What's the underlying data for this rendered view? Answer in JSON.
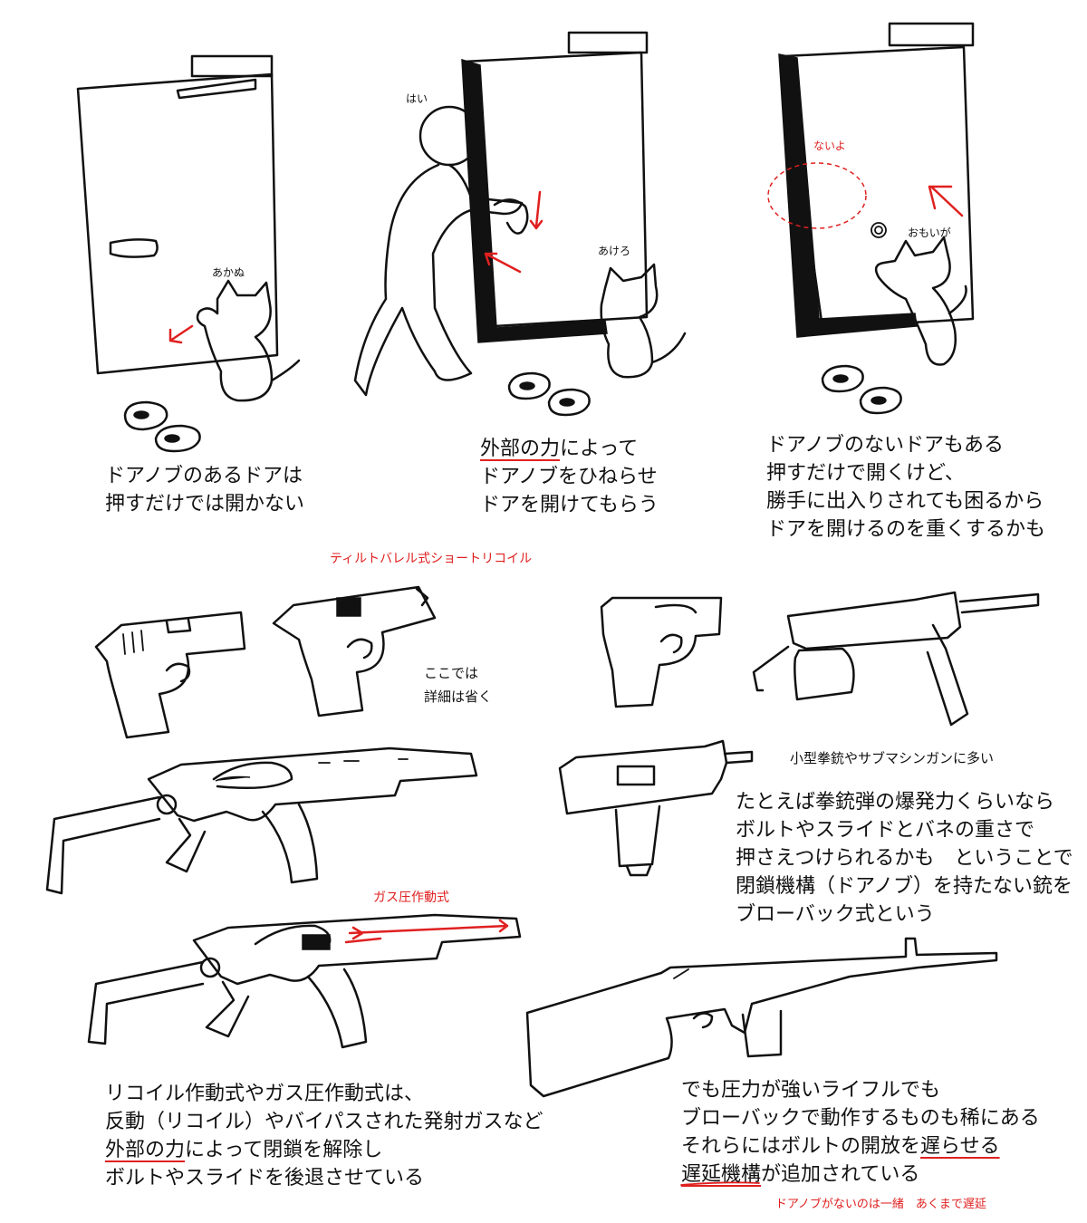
{
  "panel1": {
    "cat_label": "あかぬ",
    "caption": [
      "ドアノブのあるドアは",
      "押すだけでは開かない"
    ]
  },
  "panel2": {
    "person_label": "はい",
    "cat_label": "あけろ",
    "caption": [
      {
        "hl": "外部の力",
        "rest": "によって"
      },
      {
        "hl": "",
        "rest": "ドアノブをひねらせ"
      },
      {
        "hl": "",
        "rest": "ドアを開けてもらう"
      }
    ]
  },
  "panel3": {
    "missing_label": "ないよ",
    "cat_label": "おもいが",
    "caption": [
      "ドアノブのないドアもある",
      "押すだけで開くけど、",
      "勝手に出入りされても困るから",
      "ドアを開けるのを重くするかも"
    ]
  },
  "tilt_label": "ティルトバレル式ショートリコイル",
  "omit_note": [
    "ここでは",
    "詳細は省く"
  ],
  "small_note": "小型拳銃やサブマシンガンに多い",
  "gas_label": "ガス圧作動式",
  "blowback_caption": [
    "たとえば拳銃弾の爆発力くらいなら",
    "ボルトやスライドとバネの重さで",
    "押さえつけられるかも　ということで",
    "閉鎖機構（ドアノブ）を持たない銃を",
    "ブローバック式という"
  ],
  "recoil_caption": [
    {
      "hl": "",
      "rest": "リコイル作動式やガス圧作動式は、"
    },
    {
      "hl": "",
      "rest": "反動（リコイル）やバイパスされた発射ガスなど"
    },
    {
      "hl": "外部の力",
      "rest": "によって閉鎖を解除し"
    },
    {
      "hl": "",
      "rest": "ボルトやスライドを後退させている"
    }
  ],
  "delay_caption": {
    "line1": "でも圧力が強いライフルでも",
    "line2": "ブローバックで動作するものも稀にある",
    "line3_pre": "それらにはボルトの開放を",
    "line3_hl": "遅らせる",
    "line4_hl": "遅延機構",
    "line4_rest": "が追加されている"
  },
  "delay_note": "ドアノブがないのは一緒　あくまで遅延",
  "colors": {
    "ink": "#111111",
    "accent": "#e02020",
    "paper": "#ffffff"
  }
}
